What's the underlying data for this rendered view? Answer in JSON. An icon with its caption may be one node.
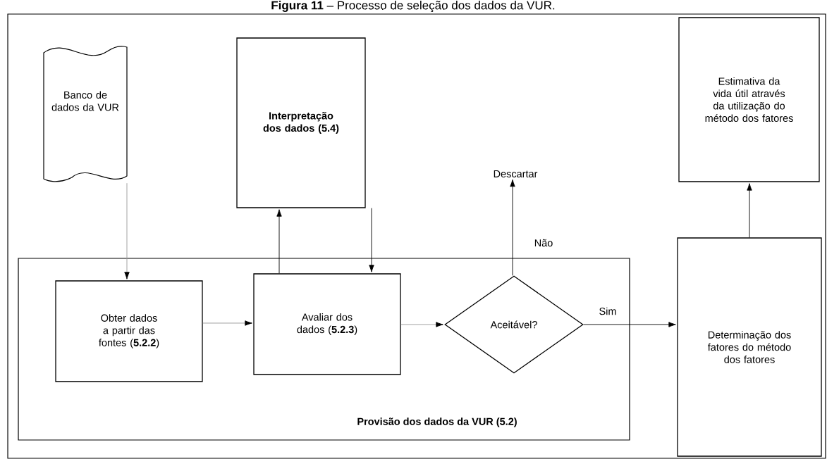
{
  "diagram": {
    "title": "**Figura 11** – Processo de seleção dos dados da VUR.",
    "nodes": [
      {
        "text": [
          "Banco de dados da VUR"
        ]
      },
      {
        "text": [
          "Interpretação dos dados (5.4)"
        ]
      },
      {
        "text": [
          "Estimativa da vida útil através da utilização do método dos fatores"
        ]
      },
      {
        "text": [
          "Provisão dos dados da VUR (5.2)"
        ]
      },
      {
        "text": [
          "Obter dados a partir das fontes (**5.2.2**)"
        ],
        "in": 3
      },
      {
        "text": [
          "Avaliar dos dados (**5.2.3**)"
        ],
        "in": 3
      },
      {
        "text": [
          "Aceitável?"
        ],
        "in": 3
      },
      {
        "text": [
          "Descartar"
        ]
      },
      {
        "text": [
          "Determinação dos fatores do método dos fatores"
        ]
      }
    ],
    "edges": [
      {
        "from": 0,
        "to": 4,
        "arrow": "to",
        "color": "#999999"
      },
      {
        "from": 4,
        "to": 5,
        "arrow": "to",
        "color": "#999999"
      },
      {
        "from": 5,
        "to": 1,
        "arrow": "to"
      },
      {
        "from": 1,
        "to": 5,
        "arrow": "to"
      },
      {
        "from": 5,
        "to": 6,
        "arrow": "to",
        "color": "#999999"
      },
      {
        "from": 6,
        "to": 7,
        "arrow": "to",
        "label": "Não"
      },
      {
        "from": 6,
        "to": 8,
        "arrow": "to",
        "label": "Sim"
      },
      {
        "from": 8,
        "to": 2,
        "arrow": "to"
      }
    ]
  }
}
